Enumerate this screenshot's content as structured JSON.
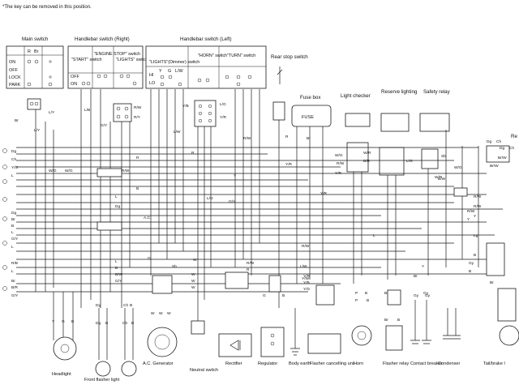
{
  "note": "*The key can be removed in this position.",
  "main_switch": {
    "title": "Main switch",
    "header_cells": [
      "R",
      "Br"
    ],
    "rows": [
      "ON",
      "OFF",
      "LOCK",
      "PARK"
    ],
    "wires": [
      "L/Y",
      "L/Y",
      "Br"
    ]
  },
  "handlebar_right": {
    "title": "Handlebar switch (Right)",
    "switches": [
      "\"START\" switch",
      "\"ENGINE STOP\" switch",
      "\"LIGHTS\" switch"
    ],
    "rows": [
      "OFF",
      "ON"
    ]
  },
  "handlebar_left": {
    "title": "Handlebar switch (Left)",
    "switches": [
      "\"LIGHTS\"(Dimmer) switch",
      "\"HORN\" switch",
      "\"TURN\" switch"
    ],
    "rows": [
      "HI",
      "LO"
    ],
    "letters": [
      "Y",
      "G",
      "L/W"
    ]
  },
  "rear_stop_switch": {
    "title": "Rear stop switch"
  },
  "fuse_box": {
    "title": "Fuse box",
    "label": "FUSE"
  },
  "light_checker": {
    "title": "Light checker"
  },
  "reserve_lighting": {
    "title": "Reserve lighting"
  },
  "safety_relay": {
    "title": "Safety relay"
  },
  "edge_label_right": "Re",
  "wire_labels": {
    "upper": [
      "L/B",
      "R/W",
      "R/Y",
      "G/Y",
      "Y/B",
      "L/G",
      "Y/R",
      "L/W",
      "R/W",
      "R",
      "Br",
      "W/G",
      "R/W",
      "Y/R",
      "W/R",
      "B/R",
      "L/G",
      "Sb",
      "B/W",
      "Dg",
      "Ch",
      "Br/W"
    ],
    "middle": [
      "L/G",
      "G/Y",
      "Y/R",
      "B",
      "L",
      "Dg",
      "A.C.",
      "R/W",
      "G",
      "Y",
      "L/W",
      "W/G",
      "Y/W",
      "R/W",
      "Y",
      "L",
      "R"
    ],
    "lower": [
      "Sb",
      "W",
      "W",
      "W",
      "Y/R",
      "Y/B",
      "Y/G",
      "B/W",
      "B",
      "L",
      "G/Y",
      "Y",
      "Br",
      "R/W",
      "R",
      "W",
      "P",
      "B",
      "Gy",
      "Ch",
      "Br",
      "Dg",
      "B"
    ]
  },
  "left_edge_labels": [
    "Dg",
    "Ch",
    "Y/G",
    "L",
    "Dg",
    "Br",
    "B",
    "L",
    "G/Y",
    "L",
    "R/B",
    "L",
    "Br",
    "B/R",
    "G/Y"
  ],
  "right_edge_labels": [
    "Dg",
    "Ch",
    "Br/W",
    "W/G",
    "R/W",
    "Y",
    "Gy",
    "B",
    "B",
    "Lg",
    "R/W",
    "Br"
  ],
  "components": [
    {
      "label": "Headlight",
      "wires": [
        "Y",
        "G",
        "B"
      ]
    },
    {
      "label": "Front flasher light",
      "wires": [
        "Dg",
        "B"
      ]
    },
    {
      "label": "",
      "wires": [
        "Ch",
        "B"
      ]
    },
    {
      "label": "A.C. Generator",
      "wires": [
        "W",
        "W",
        "W"
      ]
    },
    {
      "label": "Neutral switch",
      "wires": []
    },
    {
      "label": "Rectifier",
      "wires": [
        "W",
        "R"
      ]
    },
    {
      "label": "Regulator",
      "wires": [
        "G",
        "B"
      ]
    },
    {
      "label": "Body earth",
      "wires": []
    },
    {
      "label": "Flasher cancelling unit",
      "wires": [
        "Y/R",
        "Y/B",
        "Y/G"
      ]
    },
    {
      "label": "Horn",
      "wires": [
        "P",
        "B"
      ]
    },
    {
      "label": "Flasher relay",
      "wires": [
        "Br",
        "B"
      ]
    },
    {
      "label": "Contact breaker",
      "wires": [
        "Gy",
        "Gy"
      ]
    },
    {
      "label": "Condenser",
      "wires": []
    },
    {
      "label": "Tail/brake l",
      "wires": []
    }
  ]
}
